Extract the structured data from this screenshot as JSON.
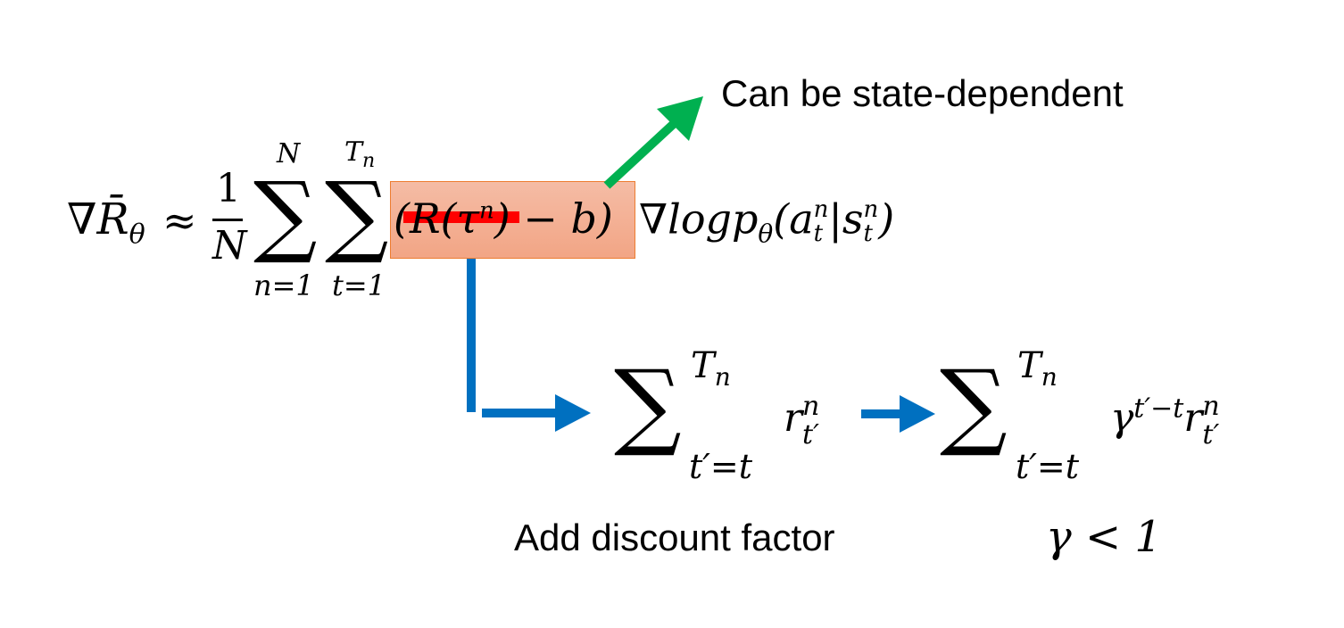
{
  "annotation_top": "Can be state-dependent",
  "annotation_bottom": "Add discount factor",
  "formula": {
    "lhs": "∇R̄",
    "lhs_sub": "θ",
    "approx": "≈",
    "frac_num": "1",
    "frac_den": "N",
    "sum_symbol": "∑",
    "sum1_upper": "N",
    "sum1_lower": "n=1",
    "sum2_upper": "T",
    "sum2_upper_sub": "n",
    "sum2_lower": "t=1",
    "boxed_term": "(R(τ",
    "boxed_sup": "n",
    "boxed_rest": ") − b)",
    "grad_term": "∇logp",
    "grad_sub": "θ",
    "grad_arg_open": "(a",
    "grad_a_sub": "t",
    "grad_a_sup": "n",
    "grad_bar": "|s",
    "grad_s_sub": "t",
    "grad_s_sup": "n",
    "grad_close": ")"
  },
  "reward_sum": {
    "upper": "T",
    "upper_sub": "n",
    "lower": "t′=t",
    "term": "r",
    "term_sup": "n",
    "term_sub": "t′"
  },
  "discounted_sum": {
    "upper": "T",
    "upper_sub": "n",
    "lower": "t′=t",
    "gamma": "γ",
    "gamma_sup": "t′−t",
    "term": "r",
    "term_sup": "n",
    "term_sub": "t′"
  },
  "condition": "γ < 1",
  "colors": {
    "green_arrow": "#00b050",
    "blue_arrow": "#0070c0",
    "strike": "#ff0000",
    "box_fill": "#f4b199",
    "box_border": "#ed7d31"
  }
}
